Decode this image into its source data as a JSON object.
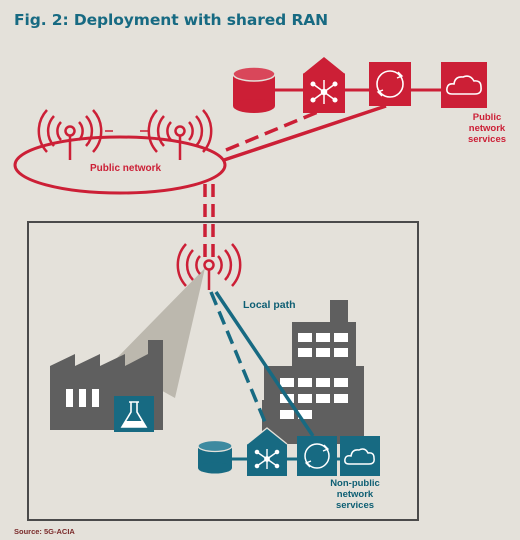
{
  "title": "Fig. 2: Deployment with shared RAN",
  "labels": {
    "public_network": "Public network",
    "public_network_services": [
      "Public",
      "network",
      "services"
    ],
    "local_path": "Local path",
    "non_public_network_services": [
      "Non-public",
      "network",
      "services"
    ]
  },
  "source": "Source: 5G-ACIA",
  "colors": {
    "public": "#cc1f36",
    "private": "#176a82",
    "building": "#5f5f5f",
    "frame": "#4a4a4a",
    "background": "#e4e1da"
  }
}
